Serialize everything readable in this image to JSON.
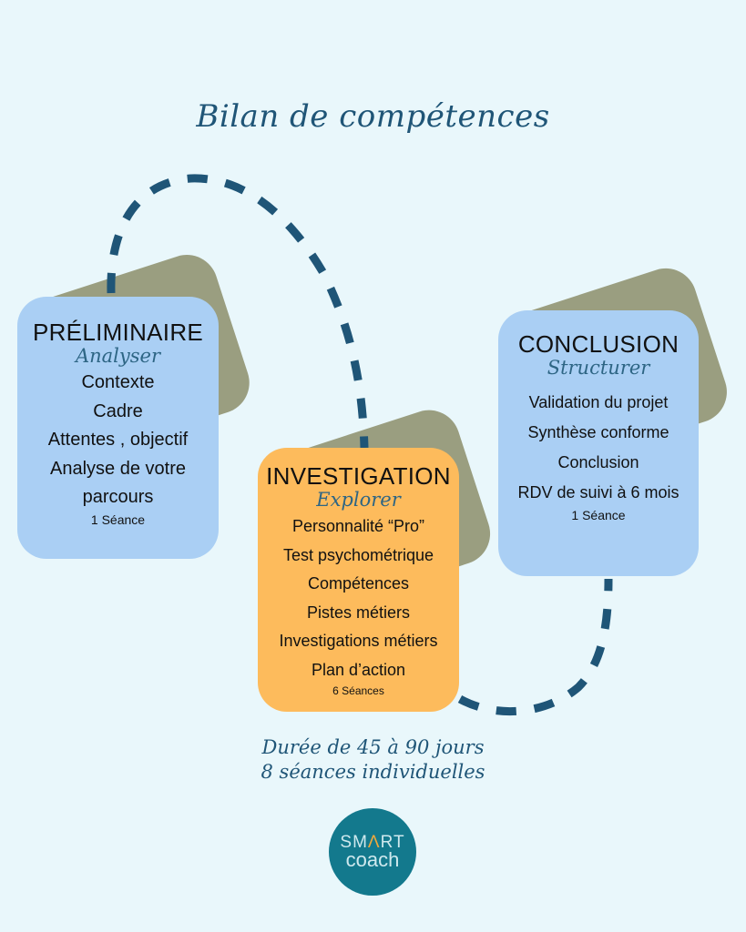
{
  "title": "Bilan de compétences",
  "cards": [
    {
      "heading": "PRÉLIMINAIRE",
      "subtitle": "Analyser",
      "items": [
        "Contexte",
        "Cadre",
        "Attentes , objectif",
        "Analyse de votre",
        "parcours"
      ],
      "sessions": "1 Séance"
    },
    {
      "heading": "INVESTIGATION",
      "subtitle": "Explorer",
      "items": [
        "Personnalité “Pro”",
        "Test psychométrique",
        "Compétences",
        "Pistes métiers",
        "Investigations métiers",
        "Plan d’action"
      ],
      "sessions": "6 Séances"
    },
    {
      "heading": "CONCLUSION",
      "subtitle": "Structurer",
      "items": [
        "Validation du projet",
        "Synthèse conforme",
        "Conclusion",
        "RDV de suivi à 6 mois"
      ],
      "sessions": "1 Séance"
    }
  ],
  "footer": {
    "line1": "Durée de 45 à 90 jours",
    "line2": "8 séances individuelles"
  },
  "logo": {
    "top_left": "SM",
    "accent": "Λ",
    "top_right": "RT",
    "bottom": "coach"
  },
  "colors": {
    "background": "#e9f7fb",
    "blue_card": "#aacff4",
    "orange_card": "#fdbb5c",
    "olive": "#9a9e80",
    "path": "#1f5577"
  }
}
